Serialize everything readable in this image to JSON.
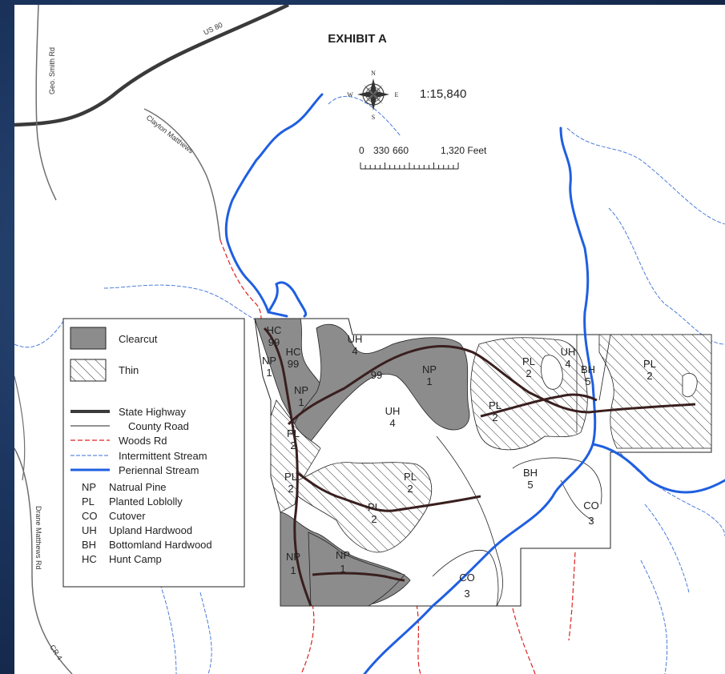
{
  "title": "EXHIBIT A",
  "scale_ratio": "1:15,840",
  "scale_bar": {
    "ticks": [
      "0",
      "330",
      "660",
      "1,320 Feet"
    ]
  },
  "compass": {
    "n": "N",
    "s": "S",
    "e": "E",
    "w": "W"
  },
  "roads": {
    "us80": "US 80",
    "geo_smith": "Geo. Smith Rd",
    "clayton": "Clayton Matthews",
    "drane": "Drane Matthews Rd",
    "cr4": "CR 4"
  },
  "legend": {
    "clearcut": "Clearcut",
    "thin": "Thin",
    "state_highway": "State Highway",
    "county_road": "County Road",
    "woods_rd": "Woods Rd",
    "intermittent": "Intermittent Stream",
    "perennial": "Periennal Stream",
    "codes": [
      {
        "code": "NP",
        "name": "Natrual Pine"
      },
      {
        "code": "PL",
        "name": "Planted Loblolly"
      },
      {
        "code": "CO",
        "name": "Cutover"
      },
      {
        "code": "UH",
        "name": "Upland Hardwood"
      },
      {
        "code": "BH",
        "name": "Bottomland Hardwood"
      },
      {
        "code": "HC",
        "name": "Hunt Camp"
      }
    ]
  },
  "stands": {
    "hc99_a": {
      "type": "HC",
      "num": "99"
    },
    "hc99_b": {
      "type": "HC",
      "num": "99"
    },
    "np1_a": {
      "type": "NP",
      "num": "1"
    },
    "np1_b": {
      "type": "NP",
      "num": "1"
    },
    "np1_c": {
      "type": "NP",
      "num": "1"
    },
    "np1_d": {
      "type": "NP",
      "num": "1"
    },
    "np1_e": {
      "type": "NP",
      "num": "1"
    },
    "uh4_a": {
      "type": "UH",
      "num": "4"
    },
    "uh4_b": {
      "type": "UH",
      "num": "4"
    },
    "uh4_c": {
      "type": "UH",
      "num": "4"
    },
    "label99": "99",
    "pl2_a": {
      "type": "PL",
      "num": "2"
    },
    "pl2_b": {
      "type": "PL",
      "num": "2"
    },
    "pl2_c": {
      "type": "PL",
      "num": "2"
    },
    "pl2_d": {
      "type": "PL",
      "num": "2"
    },
    "pl2_e": {
      "type": "PL",
      "num": "2"
    },
    "pl2_f": {
      "type": "PL",
      "num": "2"
    },
    "pl2_g": {
      "type": "PL",
      "num": "2"
    },
    "bh5_a": {
      "type": "BH",
      "num": "5"
    },
    "bh5_b": {
      "type": "BH",
      "num": "5"
    },
    "co3_a": {
      "type": "CO",
      "num": "3"
    },
    "co3_b": {
      "type": "CO",
      "num": "3"
    }
  },
  "colors": {
    "clearcut": "#8c8c8c",
    "highway": "#3a3a3a",
    "county": "#6e6e6e",
    "woods": "#e02020",
    "intermittent": "#3a6fd8",
    "perennial": "#1f5fe0",
    "interior_road": "#3a1f1f"
  }
}
